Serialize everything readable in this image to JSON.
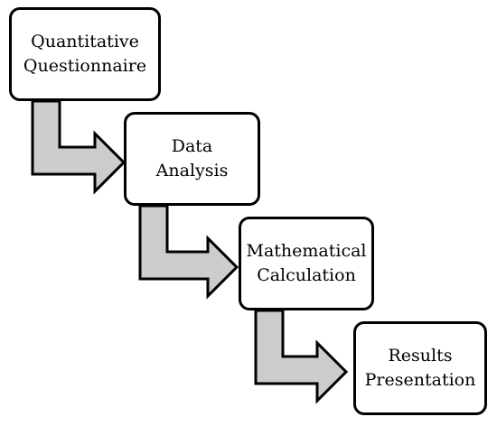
{
  "steps": [
    {
      "line1": "Quantitative",
      "line2": "Questionnaire"
    },
    {
      "line1": "Data",
      "line2": "Analysis"
    },
    {
      "line1": "Mathematical",
      "line2": "Calculation"
    },
    {
      "line1": "Results",
      "line2": "Presentation"
    }
  ],
  "colors": {
    "arrow_fill": "#cccccc",
    "stroke": "#000000",
    "box_fill": "#ffffff"
  }
}
